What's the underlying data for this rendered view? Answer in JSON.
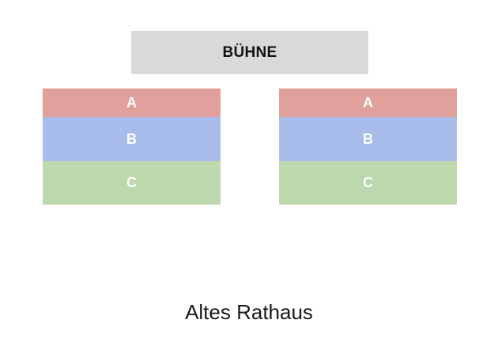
{
  "stage": {
    "label": "BÜHNE"
  },
  "blocks": [
    {
      "zones": [
        "A",
        "B",
        "C"
      ]
    },
    {
      "zones": [
        "A",
        "B",
        "C"
      ]
    }
  ],
  "venue": {
    "name": "Altes Rathaus"
  },
  "colors": {
    "stage": "#d9d9d9",
    "zone_a": "#e2a09c",
    "zone_b": "#a8bceb",
    "zone_c": "#bdd8ad"
  }
}
